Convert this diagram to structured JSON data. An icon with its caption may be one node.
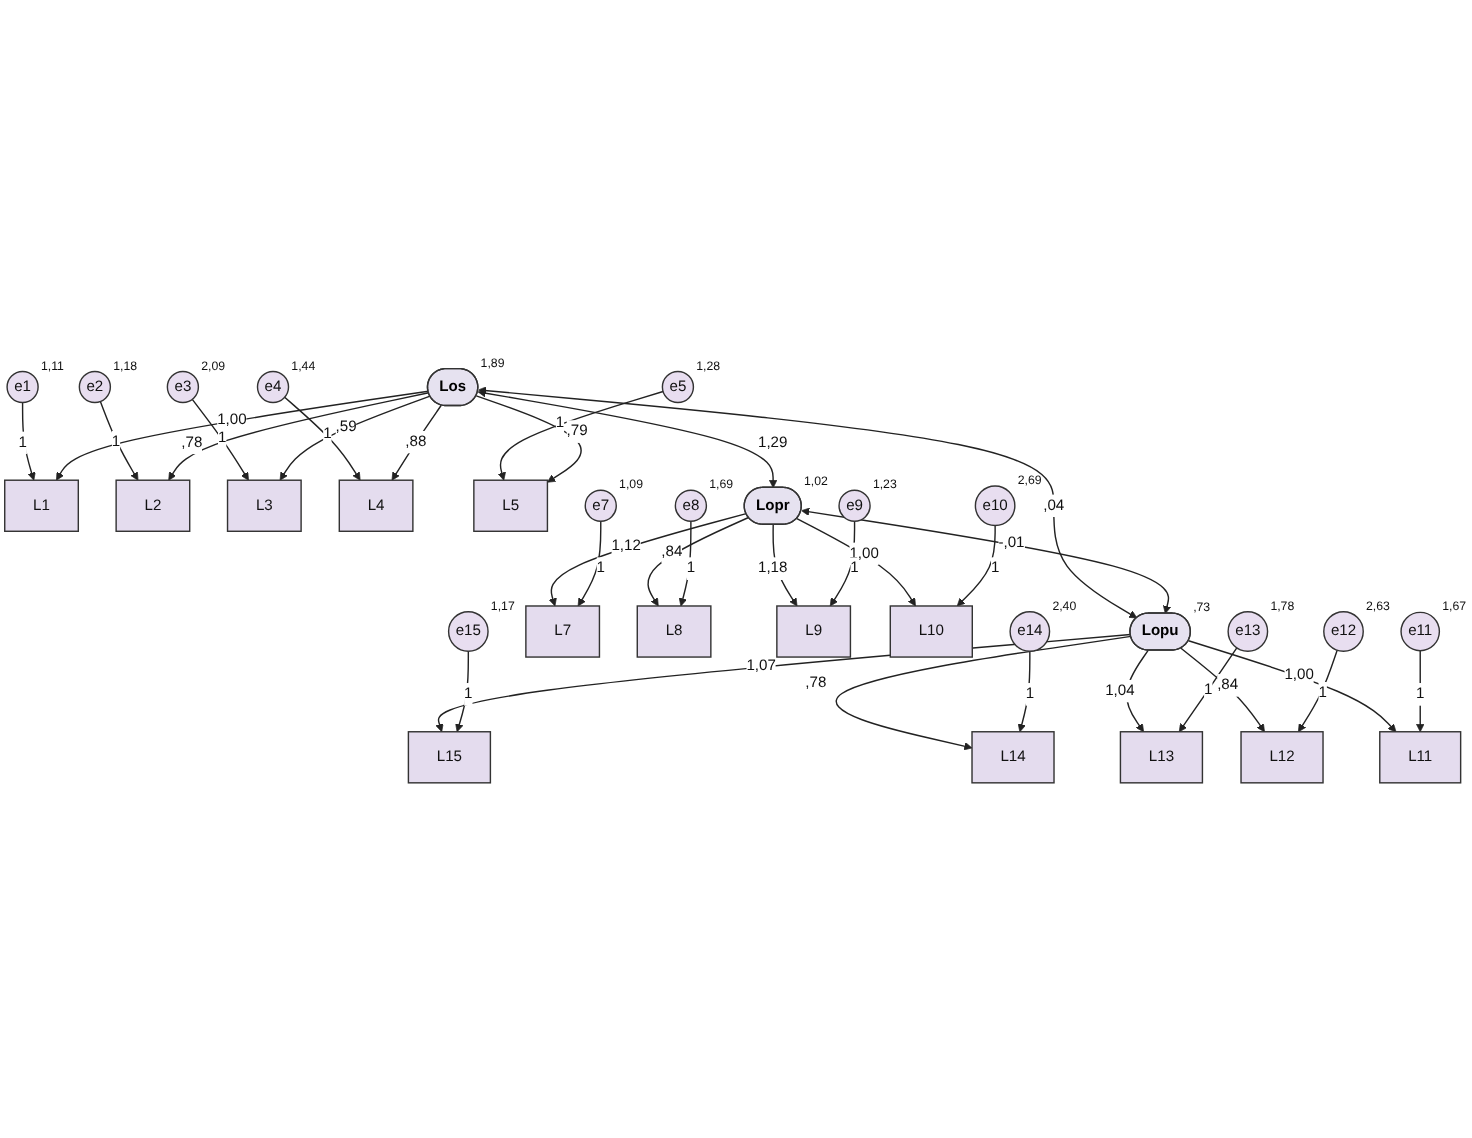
{
  "diagram": {
    "nodes": [
      {
        "text": [
          "e1"
        ],
        "beside": [
          "1,11"
        ]
      },
      {
        "text": [
          "e2"
        ],
        "beside": [
          "1,18"
        ]
      },
      {
        "text": [
          "e3"
        ],
        "beside": [
          "2,09"
        ]
      },
      {
        "text": [
          "e4"
        ],
        "beside": [
          "1,44"
        ]
      },
      {
        "text": [
          "e5"
        ],
        "beside": [
          "1,28"
        ]
      },
      {
        "text": [
          "L1"
        ]
      },
      {
        "text": [
          "L2"
        ]
      },
      {
        "text": [
          "L3"
        ]
      },
      {
        "text": [
          "L4"
        ]
      },
      {
        "text": [
          "L5"
        ]
      },
      {
        "text": [
          "Los"
        ],
        "beside": [
          "1,89"
        ]
      },
      {
        "text": [
          "Lopr"
        ],
        "beside": [
          "1,02"
        ]
      },
      {
        "text": [
          "Lopu"
        ],
        "beside": [
          ",73"
        ]
      },
      {
        "text": [
          "L7"
        ]
      },
      {
        "text": [
          "L8"
        ]
      },
      {
        "text": [
          "L9"
        ]
      },
      {
        "text": [
          "L10"
        ]
      },
      {
        "text": [
          "L15"
        ]
      },
      {
        "text": [
          "L14"
        ]
      },
      {
        "text": [
          "L13"
        ]
      },
      {
        "text": [
          "L12"
        ]
      },
      {
        "text": [
          "L11"
        ]
      },
      {
        "text": [
          "e7"
        ],
        "beside": [
          "1,09"
        ]
      },
      {
        "text": [
          "e8"
        ],
        "beside": [
          "1,69"
        ]
      },
      {
        "text": [
          "e9"
        ],
        "beside": [
          "1,23"
        ]
      },
      {
        "text": [
          "e10"
        ],
        "beside": [
          "2,69"
        ]
      },
      {
        "text": [
          "e15"
        ],
        "beside": [
          "1,17"
        ]
      },
      {
        "text": [
          "e14"
        ],
        "beside": [
          "2,40"
        ]
      },
      {
        "text": [
          "e13"
        ],
        "beside": [
          "1,78"
        ]
      },
      {
        "text": [
          "e12"
        ],
        "beside": [
          "2,63"
        ]
      },
      {
        "text": [
          "e11"
        ],
        "beside": [
          "1,67"
        ]
      }
    ],
    "edges": [
      {
        "from": 0,
        "to": 5,
        "arrow": "to",
        "label": "1"
      },
      {
        "from": 1,
        "to": 6,
        "arrow": "to",
        "label": "1"
      },
      {
        "from": 2,
        "to": 7,
        "arrow": "to",
        "label": "1"
      },
      {
        "from": 3,
        "to": 8,
        "arrow": "to",
        "label": "1"
      },
      {
        "from": 4,
        "to": 9,
        "arrow": "to",
        "label": "1"
      },
      {
        "from": 10,
        "to": 5,
        "arrow": "to",
        "label": "1,00"
      },
      {
        "from": 10,
        "to": 6,
        "arrow": "to",
        "label": ",78"
      },
      {
        "from": 10,
        "to": 7,
        "arrow": "to",
        "label": ",59"
      },
      {
        "from": 10,
        "to": 8,
        "arrow": "to",
        "label": ",88"
      },
      {
        "from": 10,
        "to": 9,
        "arrow": "to",
        "label": ",79"
      },
      {
        "from": 10,
        "to": 11,
        "arrow": "both",
        "label": "1,29"
      },
      {
        "from": 10,
        "to": 12,
        "arrow": "both",
        "label": ",04"
      },
      {
        "from": 11,
        "to": 12,
        "arrow": "both",
        "label": "-,01"
      },
      {
        "from": 11,
        "to": 13,
        "arrow": "to",
        "label": "1,12"
      },
      {
        "from": 11,
        "to": 14,
        "arrow": "to",
        "label": ",84"
      },
      {
        "from": 11,
        "to": 15,
        "arrow": "to",
        "label": "1,18"
      },
      {
        "from": 11,
        "to": 16,
        "arrow": "to",
        "label": "1,00"
      },
      {
        "from": 12,
        "to": 17,
        "arrow": "to",
        "label": "1,07"
      },
      {
        "from": 12,
        "to": 18,
        "arrow": "to",
        "label": ",78"
      },
      {
        "from": 12,
        "to": 19,
        "arrow": "to",
        "label": "1,04"
      },
      {
        "from": 12,
        "to": 20,
        "arrow": "to",
        "label": ",84"
      },
      {
        "from": 12,
        "to": 21,
        "arrow": "to",
        "label": "1,00"
      },
      {
        "from": 22,
        "to": 13,
        "arrow": "to",
        "label": "1"
      },
      {
        "from": 23,
        "to": 14,
        "arrow": "to",
        "label": "1"
      },
      {
        "from": 24,
        "to": 15,
        "arrow": "to",
        "label": "1"
      },
      {
        "from": 25,
        "to": 16,
        "arrow": "to",
        "label": "1"
      },
      {
        "from": 26,
        "to": 17,
        "arrow": "to",
        "label": "1"
      },
      {
        "from": 27,
        "to": 18,
        "arrow": "to",
        "label": "1"
      },
      {
        "from": 28,
        "to": 19,
        "arrow": "to",
        "label": "1"
      },
      {
        "from": 29,
        "to": 20,
        "arrow": "to",
        "label": "1"
      },
      {
        "from": 30,
        "to": 21,
        "arrow": "to",
        "label": "1"
      }
    ]
  }
}
